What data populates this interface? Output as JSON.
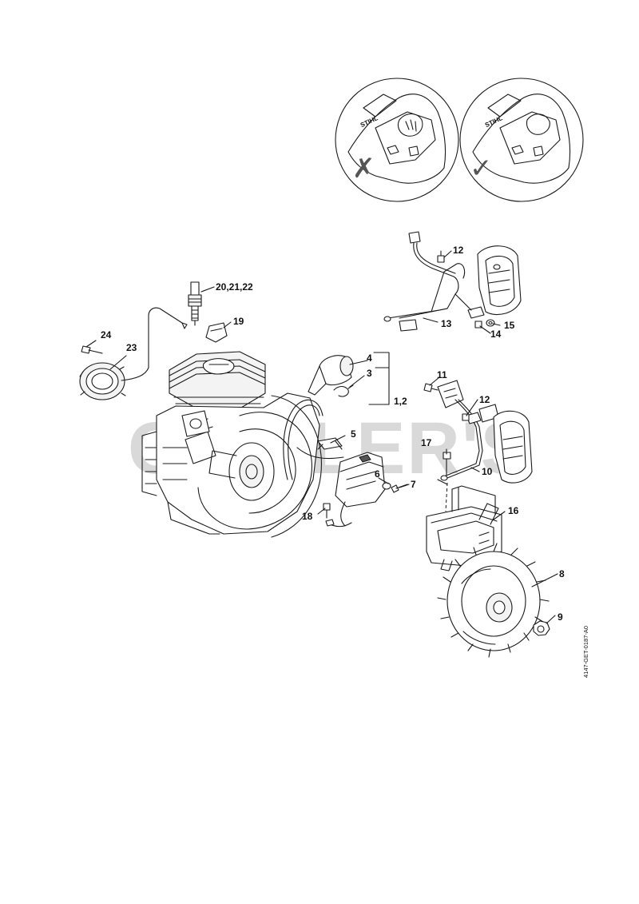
{
  "watermark": {
    "text": "OUTILER'S"
  },
  "drawing_code": "4147-GET-0187-A0",
  "parts": [
    {
      "id": "p24",
      "label": "24"
    },
    {
      "id": "p23",
      "label": "23"
    },
    {
      "id": "p2022",
      "label": "20,21,22"
    },
    {
      "id": "p19",
      "label": "19"
    },
    {
      "id": "p4",
      "label": "4"
    },
    {
      "id": "p3",
      "label": "3"
    },
    {
      "id": "p12",
      "label": "1,2"
    },
    {
      "id": "p5",
      "label": "5"
    },
    {
      "id": "p6",
      "label": "6"
    },
    {
      "id": "p7",
      "label": "7"
    },
    {
      "id": "p18",
      "label": "18"
    },
    {
      "id": "p12a",
      "label": "12"
    },
    {
      "id": "p13",
      "label": "13"
    },
    {
      "id": "p14",
      "label": "14"
    },
    {
      "id": "p15",
      "label": "15"
    },
    {
      "id": "p11",
      "label": "11"
    },
    {
      "id": "p12b",
      "label": "12"
    },
    {
      "id": "p17",
      "label": "17"
    },
    {
      "id": "p10",
      "label": "10"
    },
    {
      "id": "p16",
      "label": "16"
    },
    {
      "id": "p8",
      "label": "8"
    },
    {
      "id": "p9",
      "label": "9"
    }
  ],
  "inset": {
    "wrong_mark": "✗",
    "right_mark": "✓"
  },
  "colors": {
    "line": "#1a1a1a",
    "watermark": "#d9d9d9",
    "background": "#ffffff"
  }
}
